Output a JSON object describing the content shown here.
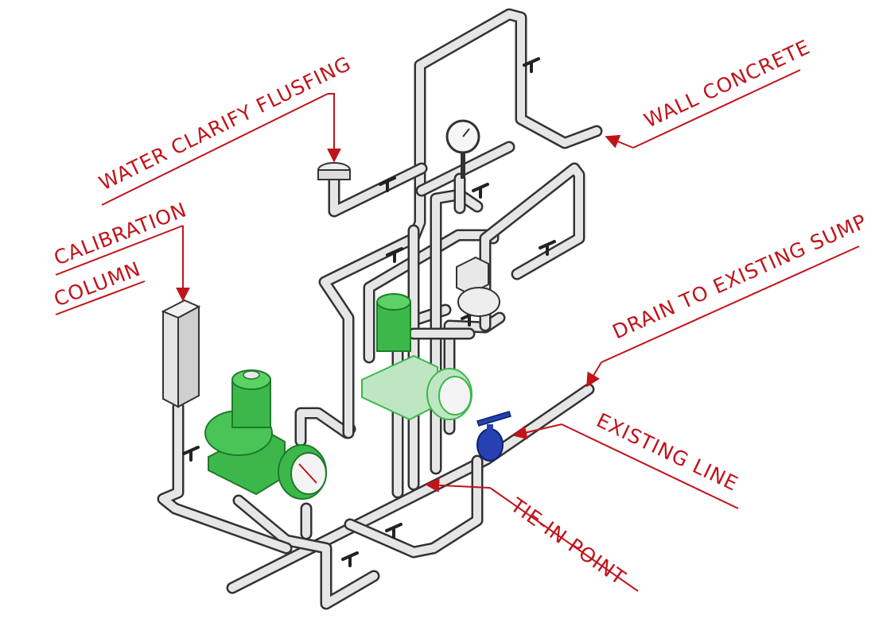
{
  "labels": {
    "water_clarify": "WATER CLARIFY FLUSFING",
    "wall_concrete": "WALL CONCRETE",
    "calibration": "CALIBRATION",
    "column": "COLUMN",
    "drain": "DRAIN TO EXISTING SUMP",
    "existing_line": "EXISTING LINE",
    "tie_in": "TIE-IN POINT"
  },
  "colors": {
    "annotation": "#c0141b",
    "pipe_fill": "#e6e6e6",
    "pipe_outline": "#333333",
    "pump_green": "#3cb84a",
    "pump_green_dark": "#1f7a2a",
    "valve_blue": "#2541b2"
  }
}
